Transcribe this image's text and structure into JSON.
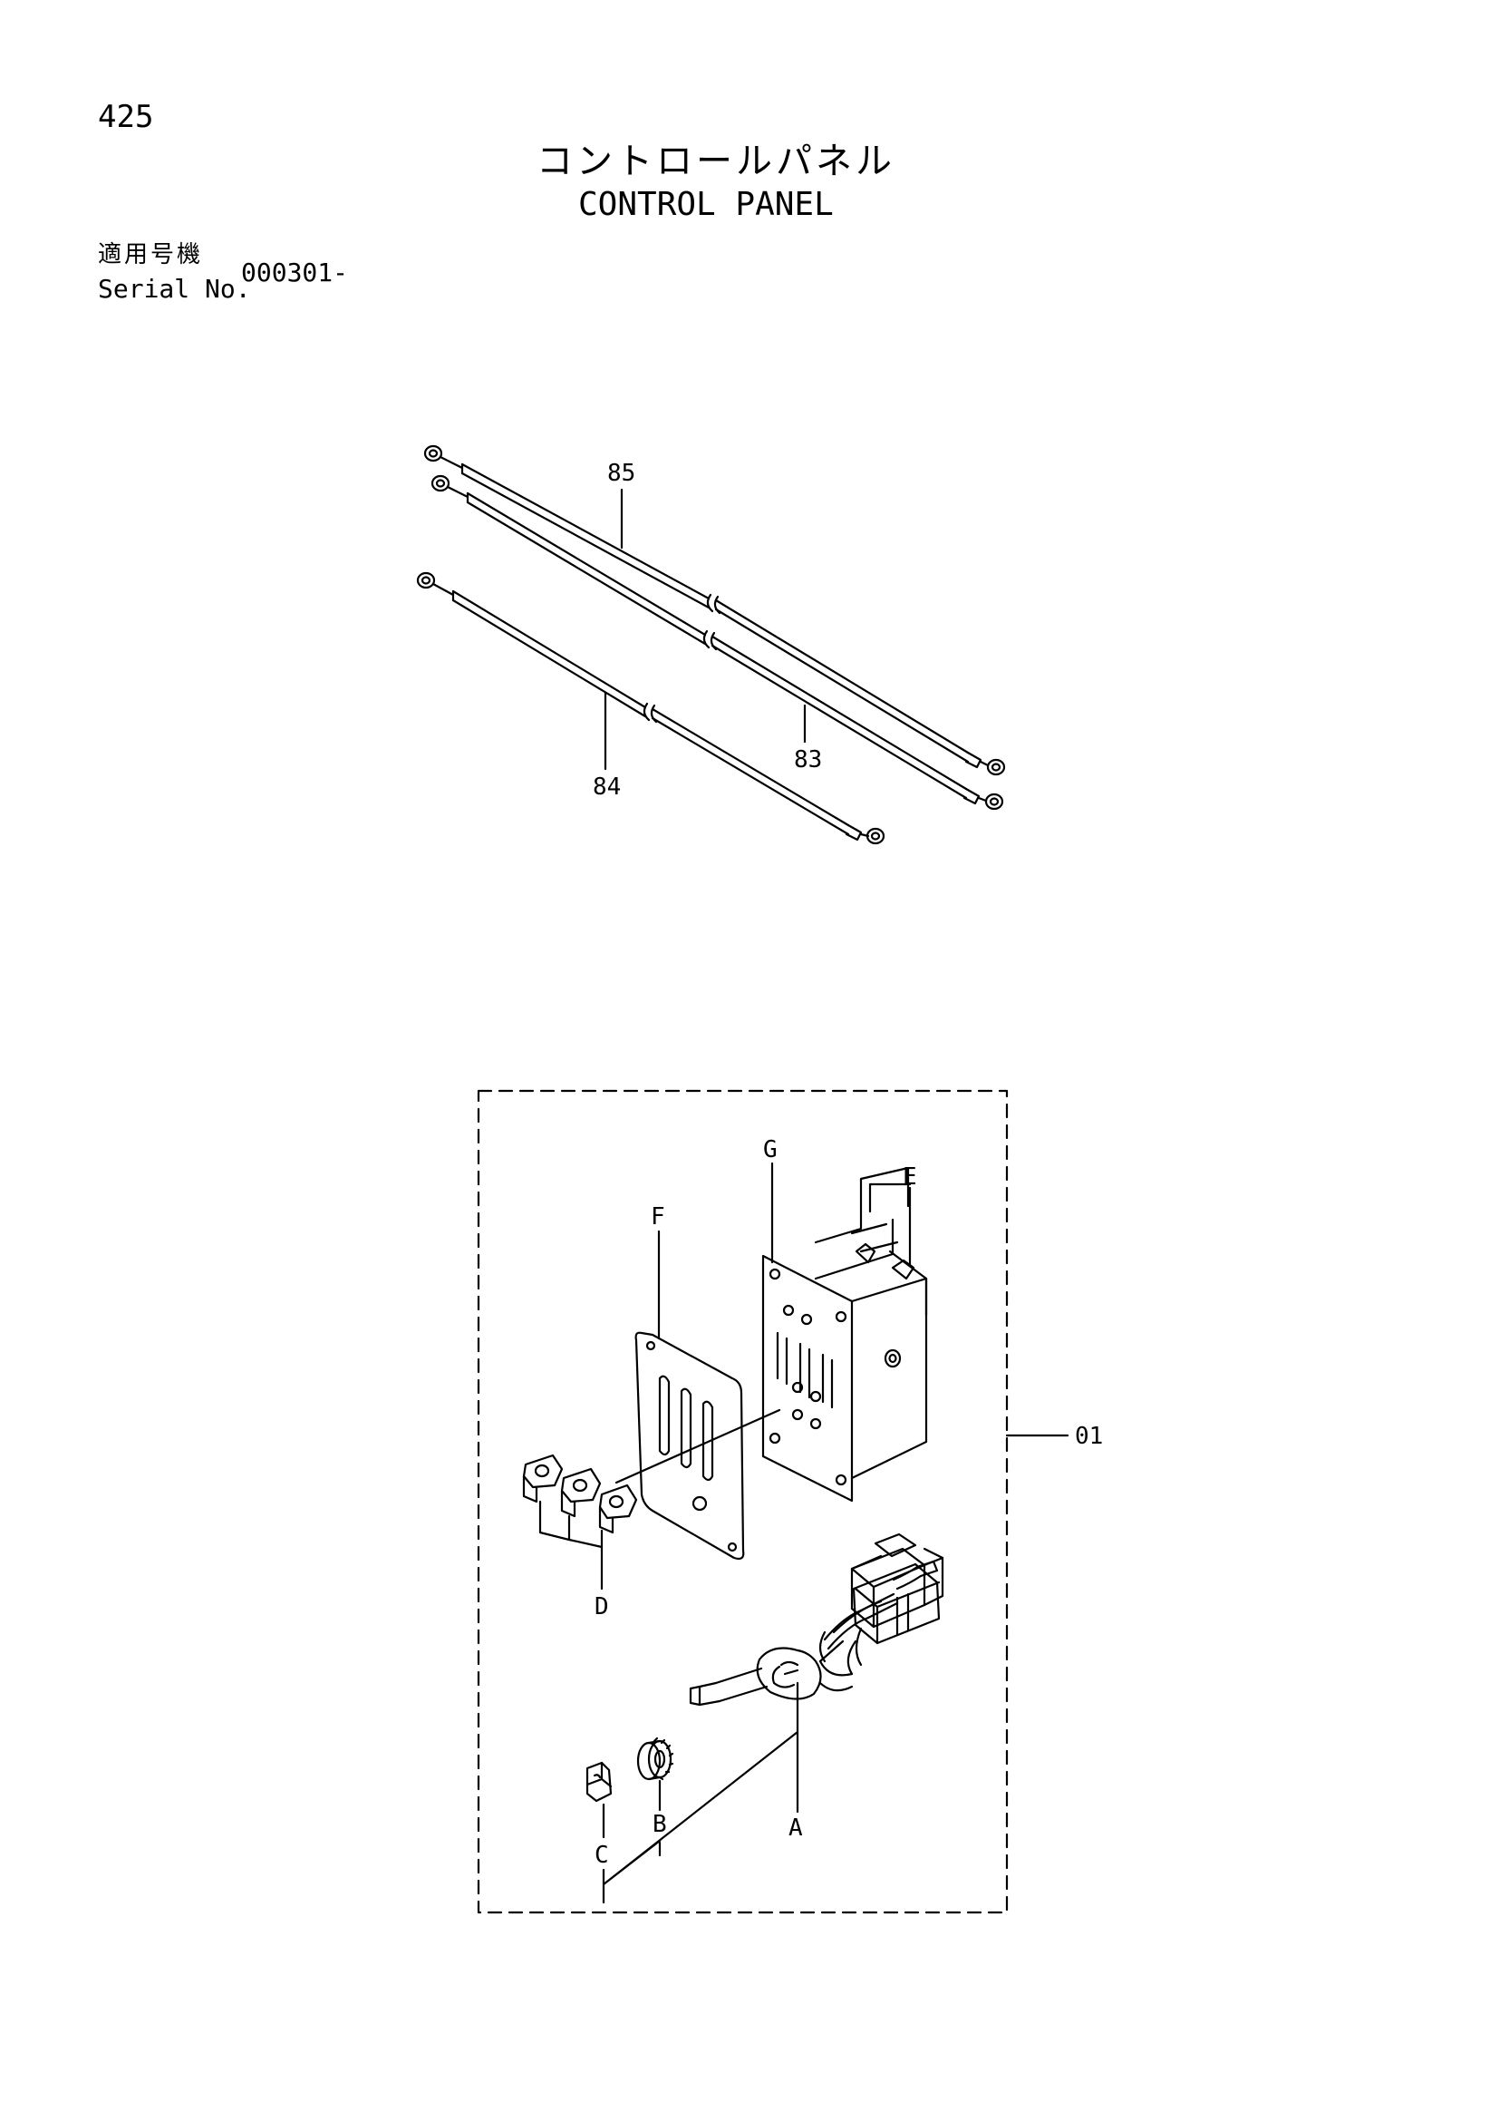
{
  "header": {
    "page_number": "425",
    "title_jp": "コントロールパネル",
    "title_en": "CONTROL PANEL",
    "applicable_label_jp": "適用号機",
    "serial_label": "Serial No.",
    "serial_value": "000301-"
  },
  "callouts": {
    "part_85": "85",
    "part_83": "83",
    "part_84": "84",
    "part_01": "01",
    "sub_a": "A",
    "sub_b": "B",
    "sub_c": "C",
    "sub_d": "D",
    "sub_e": "E",
    "sub_f": "F",
    "sub_g": "G"
  },
  "colors": {
    "ink": "#000000",
    "paper": "#ffffff"
  }
}
